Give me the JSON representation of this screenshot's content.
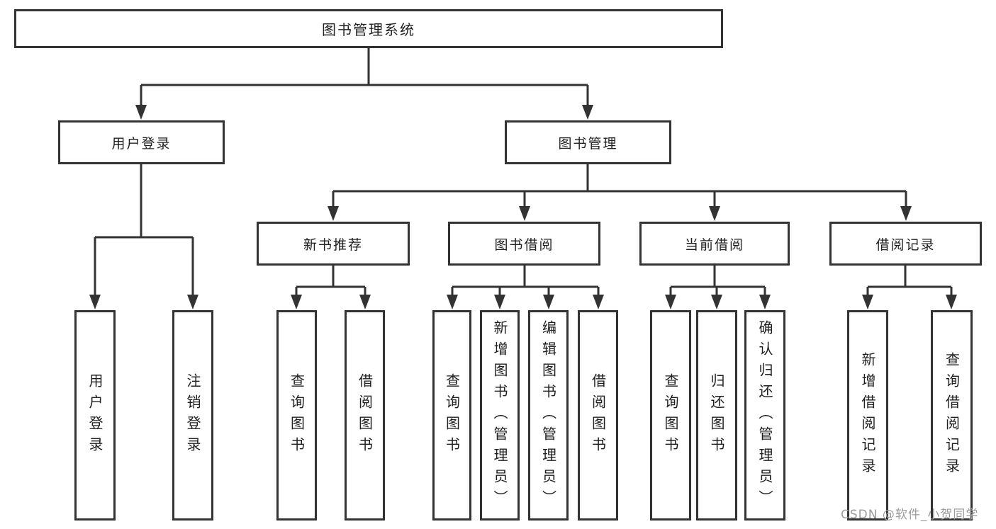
{
  "tree": {
    "label": "图书管理系统",
    "children": [
      {
        "label": "用户登录",
        "children": [
          {
            "label": "用户登录"
          },
          {
            "label": "注销登录"
          }
        ]
      },
      {
        "label": "图书管理",
        "children": [
          {
            "label": "新书推荐",
            "children": [
              {
                "label": "查询图书"
              },
              {
                "label": "借阅图书"
              }
            ]
          },
          {
            "label": "图书借阅",
            "children": [
              {
                "label": "查询图书"
              },
              {
                "label": "新增图书（管理员）"
              },
              {
                "label": "编辑图书（管理员）"
              },
              {
                "label": "借阅图书"
              }
            ]
          },
          {
            "label": "当前借阅",
            "children": [
              {
                "label": "查询图书"
              },
              {
                "label": "归还图书"
              },
              {
                "label": "确认归还（管理员）"
              }
            ]
          },
          {
            "label": "借阅记录",
            "children": [
              {
                "label": "新增借阅记录"
              },
              {
                "label": "查询借阅记录"
              }
            ]
          }
        ]
      }
    ]
  },
  "watermark": {
    "text": "CSDN @软件_小贺同学"
  },
  "colors": {
    "line": "#333333",
    "box_border": "#333333",
    "text": "#1f1f1f",
    "background": "#ffffff",
    "watermark": "#9b9b9b"
  }
}
